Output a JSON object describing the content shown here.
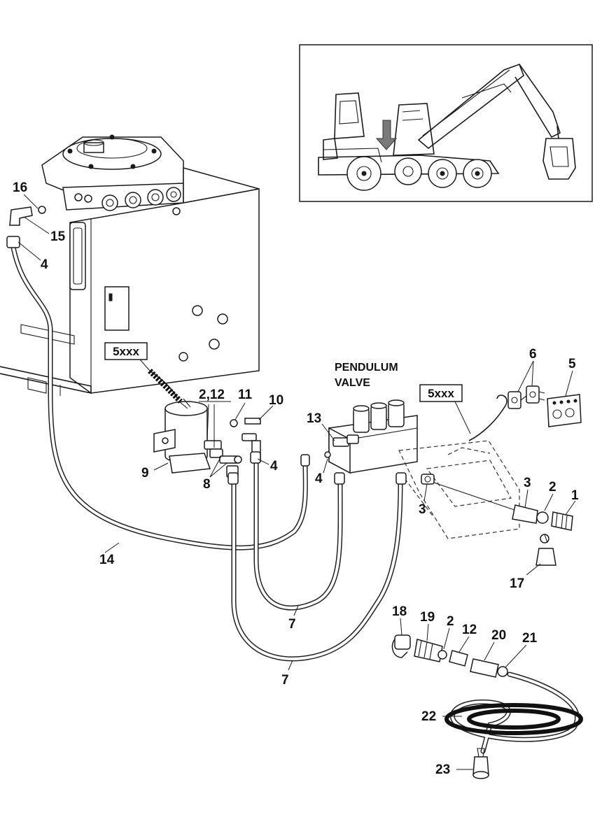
{
  "title": {
    "line1": "PENDULUM",
    "line2": "VALVE"
  },
  "ref_boxes": {
    "tank_sensor": "5xxx",
    "valve_sensor": "5xxx"
  },
  "callouts": {
    "c16": "16",
    "c15": "15",
    "c4_tank": "4",
    "c2_12": "2,12",
    "c11": "11",
    "c10": "10",
    "c9": "9",
    "c8": "8",
    "c4_mid": "4",
    "c13": "13",
    "c4_valve": "4",
    "c6": "6",
    "c5": "5",
    "c3_left": "3",
    "c3_right": "3",
    "c2": "2",
    "c1": "1",
    "c14": "14",
    "c17": "17",
    "c7_upper": "7",
    "c7_lower": "7",
    "c18": "18",
    "c19": "19",
    "c2_kit": "2",
    "c12_kit": "12",
    "c20": "20",
    "c21": "21",
    "c22": "22",
    "c23": "23"
  },
  "icons": {
    "arrow_marker": "down-arrow-icon"
  }
}
